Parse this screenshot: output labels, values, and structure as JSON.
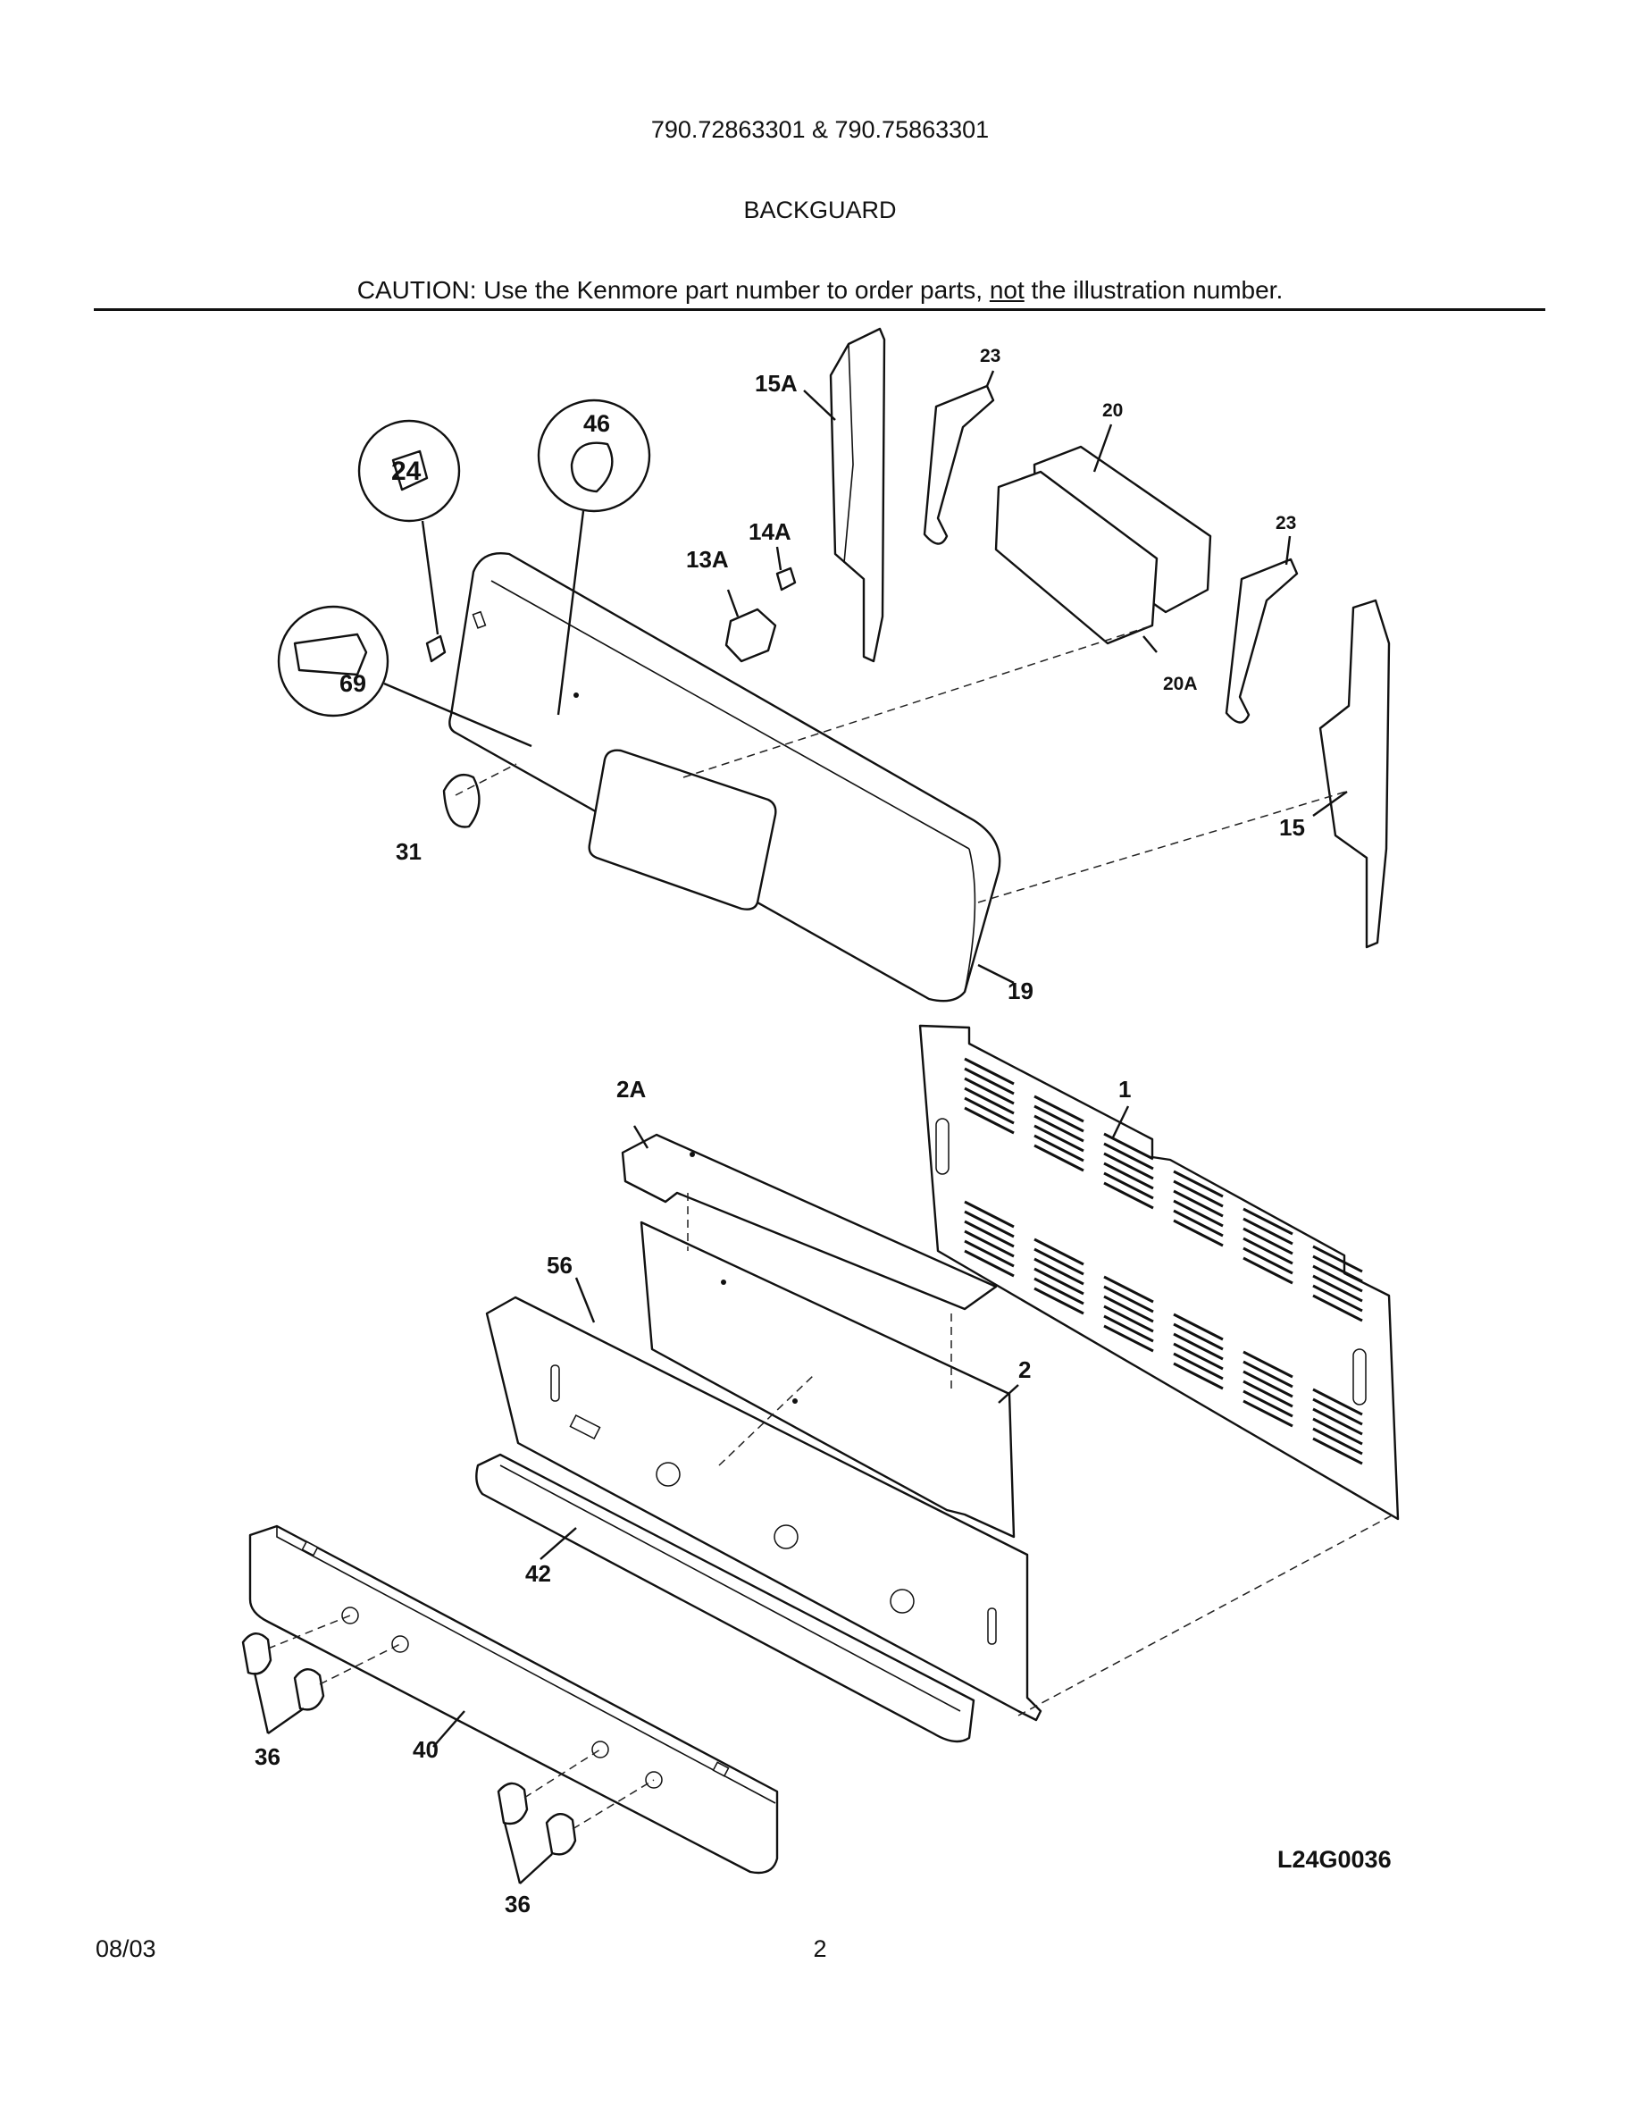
{
  "header": {
    "model_numbers": "790.72863301 & 790.75863301",
    "section_title": "BACKGUARD",
    "caution_prefix": "CAUTION: Use the Kenmore part number to order parts, ",
    "caution_underlined": "not",
    "caution_suffix": " the illustration number."
  },
  "callouts": {
    "p1": "1",
    "p2": "2",
    "p2A": "2A",
    "p13A": "13A",
    "p14A": "14A",
    "p15": "15",
    "p15A": "15A",
    "p19": "19",
    "p20": "20",
    "p20A": "20A",
    "p23a": "23",
    "p23b": "23",
    "p24": "24",
    "p31": "31",
    "p36a": "36",
    "p36b": "36",
    "p40": "40",
    "p42": "42",
    "p46": "46",
    "p56": "56",
    "p69": "69"
  },
  "illustration_number": "L24G0036",
  "footer": {
    "date": "08/03",
    "page": "2"
  }
}
